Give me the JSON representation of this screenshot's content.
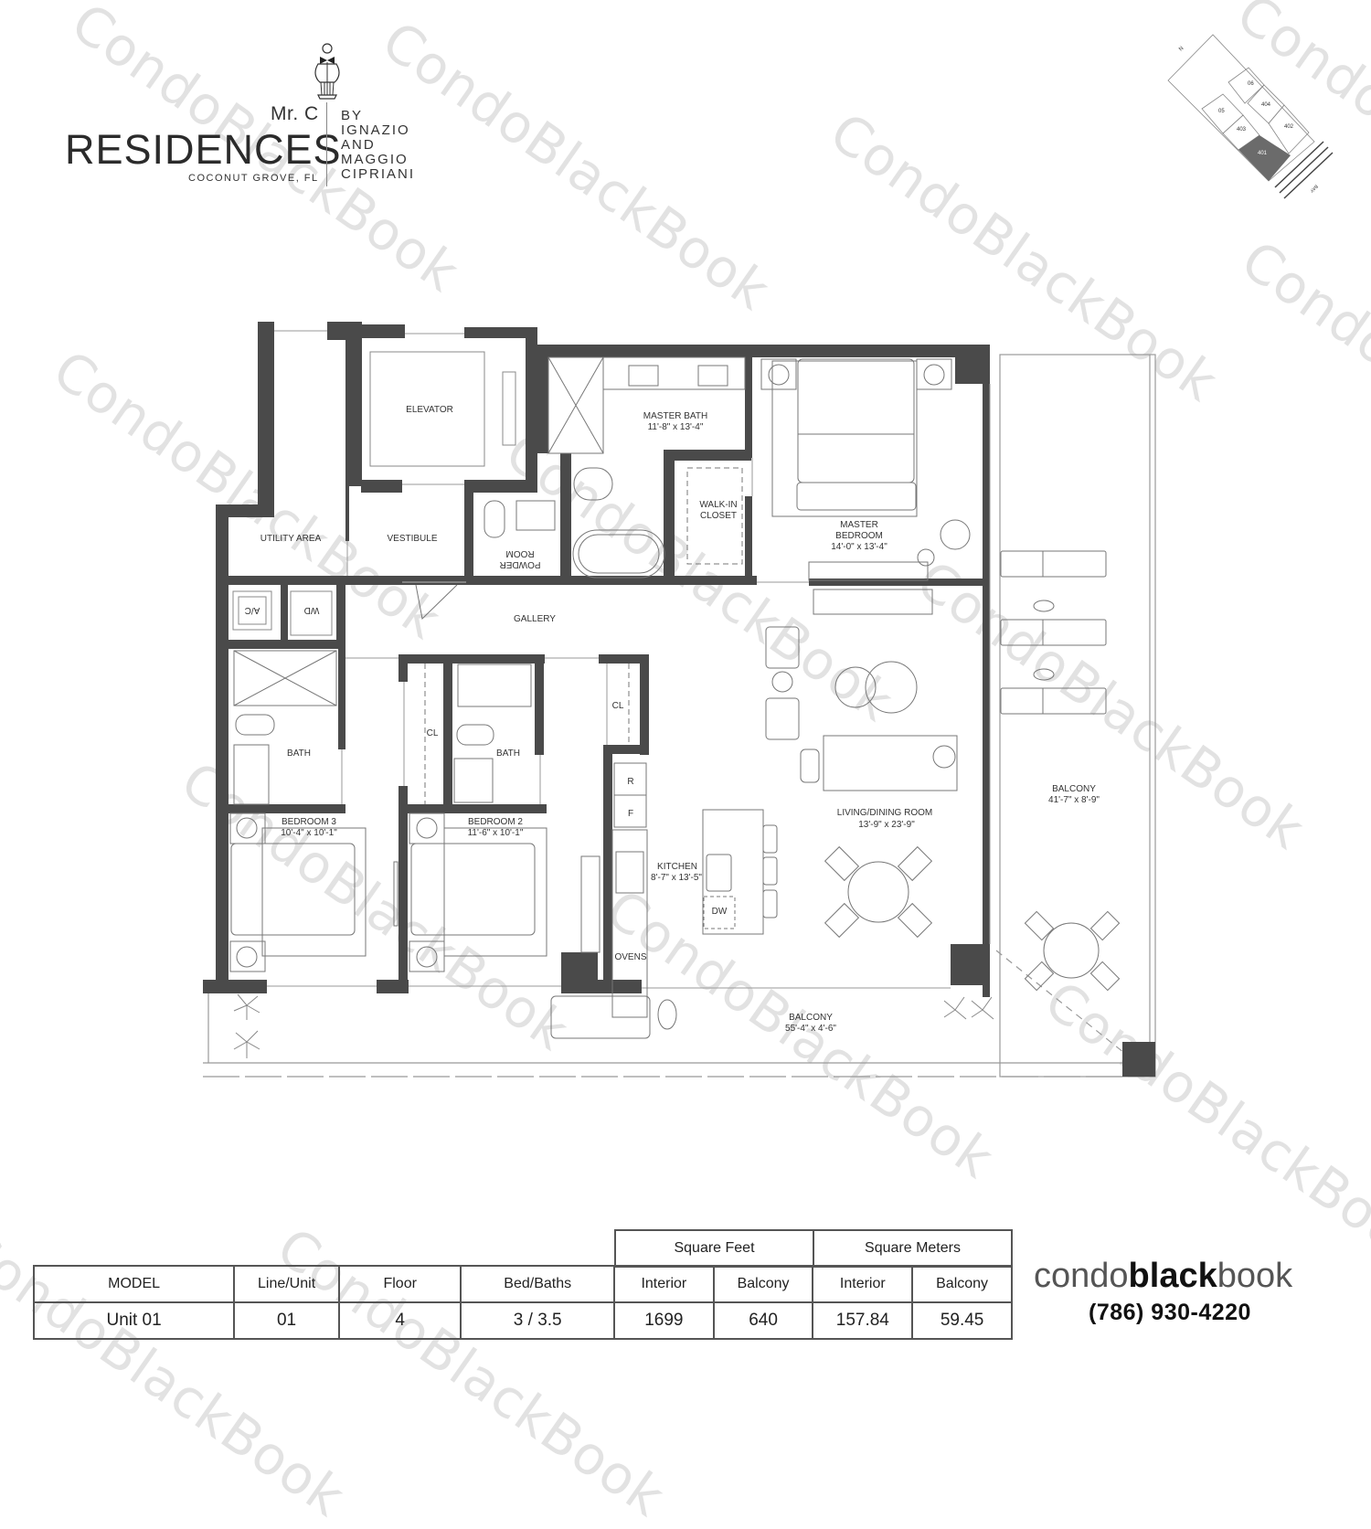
{
  "logo": {
    "brand_small": "Mr. C",
    "brand_large": "RESIDENCES",
    "location": "COCONUT GROVE, FL",
    "by_lines": [
      "BY",
      "IGNAZIO",
      "AND",
      "MAGGIO",
      "CIPRIANI"
    ]
  },
  "keyplan": {
    "north_label": "N",
    "bay_label": "BAY",
    "units": [
      "06",
      "404",
      "05",
      "403",
      "402",
      "401"
    ],
    "highlighted_unit": "401",
    "highlight_color": "#6b6b6b"
  },
  "rooms": {
    "elevator": {
      "name": "ELEVATOR"
    },
    "master_bath": {
      "name": "MASTER BATH",
      "dims": "11'-8\" x 13'-4\""
    },
    "master_bedroom": {
      "name_line1": "MASTER",
      "name_line2": "BEDROOM",
      "dims": "14'-0\" x 13'-4\""
    },
    "walk_in_closet": {
      "name_line1": "WALK-IN",
      "name_line2": "CLOSET"
    },
    "utility_area": {
      "name": "UTILITY AREA"
    },
    "vestibule": {
      "name": "VESTIBULE"
    },
    "powder_room": {
      "name_line1": "POWDER",
      "name_line2": "ROOM"
    },
    "ac": {
      "name": "A/C"
    },
    "wd": {
      "name": "WD"
    },
    "gallery": {
      "name": "GALLERY"
    },
    "bath3": {
      "name": "BATH"
    },
    "bath2": {
      "name": "BATH"
    },
    "closet1": {
      "name": "CL"
    },
    "closet2": {
      "name": "CL"
    },
    "bedroom3": {
      "name": "BEDROOM 3",
      "dims": "10'-4\" x 10'-1\""
    },
    "bedroom2": {
      "name": "BEDROOM 2",
      "dims": "11'-6\" x 10'-1\""
    },
    "kitchen": {
      "name": "KITCHEN",
      "dims": "8'-7\" x 13'-5\"",
      "fridge": "R",
      "freezer": "F",
      "ovens": "OVENS",
      "dishwasher": "DW"
    },
    "living_dining": {
      "name": "LIVING/DINING ROOM",
      "dims": "13'-9\" x 23'-9\""
    },
    "balcony_east": {
      "name": "BALCONY",
      "dims": "41'-7\" x 8'-9\""
    },
    "balcony_south": {
      "name": "BALCONY",
      "dims": "55'-4\" x 4'-6\""
    }
  },
  "table": {
    "group_headers": [
      "Square Feet",
      "Square Meters"
    ],
    "columns": [
      "MODEL",
      "Line/Unit",
      "Floor",
      "Bed/Baths",
      "Interior",
      "Balcony",
      "Interior",
      "Balcony"
    ],
    "row": [
      "Unit 01",
      "01",
      "4",
      "3 / 3.5",
      "1699",
      "640",
      "157.84",
      "59.45"
    ]
  },
  "branding": {
    "condo": "condo",
    "black": "black",
    "book": "book",
    "phone": "(786) 930-4220"
  },
  "watermark": {
    "text": "CondoBlackBook"
  },
  "colors": {
    "wall": "#4a4a4a",
    "line": "#777777",
    "text": "#333333"
  }
}
